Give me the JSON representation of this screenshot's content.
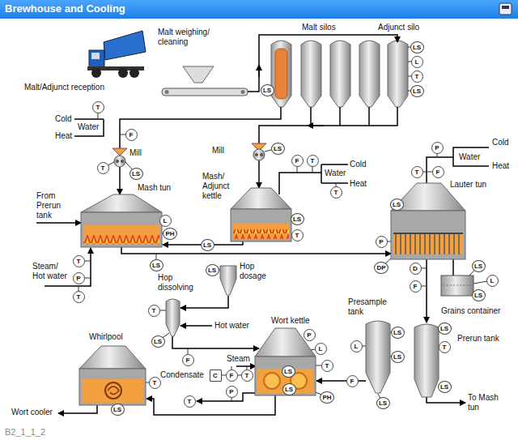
{
  "diagram": {
    "title": "Brewhouse and Cooling",
    "caption": "B2_1_1_2",
    "nodes": [
      {
        "text": [
          "LS"
        ]
      },
      {
        "text": [
          "L"
        ]
      },
      {
        "text": [
          "T"
        ]
      },
      {
        "text": [
          "LS"
        ]
      },
      {
        "text": [
          "LS"
        ]
      },
      {
        "text": [
          "T"
        ]
      },
      {
        "text": [
          "F"
        ]
      },
      {
        "text": [
          "LS"
        ]
      },
      {
        "text": [
          "P"
        ]
      },
      {
        "text": [
          "F"
        ]
      },
      {
        "text": [
          "T"
        ]
      },
      {
        "text": [
          "T"
        ]
      },
      {
        "text": [
          "F"
        ]
      },
      {
        "text": [
          "T"
        ]
      },
      {
        "text": [
          "LS"
        ]
      },
      {
        "text": [
          "T"
        ]
      },
      {
        "text": [
          "LS"
        ]
      },
      {
        "text": [
          "L"
        ]
      },
      {
        "text": [
          "LS"
        ]
      },
      {
        "text": [
          "T"
        ]
      },
      {
        "text": [
          "PH"
        ]
      },
      {
        "text": [
          "LS"
        ]
      },
      {
        "text": [
          "P"
        ]
      },
      {
        "text": [
          "T"
        ]
      },
      {
        "text": [
          "LS"
        ]
      },
      {
        "text": [
          "LS"
        ]
      },
      {
        "text": [
          "DP"
        ]
      },
      {
        "text": [
          "D"
        ]
      },
      {
        "text": [
          "LS"
        ]
      },
      {
        "text": [
          "P"
        ]
      },
      {
        "text": [
          "L"
        ]
      },
      {
        "text": [
          "F"
        ]
      },
      {
        "text": [
          "T"
        ]
      },
      {
        "text": [
          "LS"
        ]
      },
      {
        "text": [
          "T"
        ]
      },
      {
        "text": [
          "LS"
        ]
      },
      {
        "text": [
          "LS"
        ]
      },
      {
        "text": [
          "P"
        ]
      },
      {
        "text": [
          "LS"
        ]
      },
      {
        "text": [
          "L"
        ]
      },
      {
        "text": [
          "L"
        ]
      },
      {
        "text": [
          "LS"
        ]
      },
      {
        "text": [
          "T"
        ]
      },
      {
        "text": [
          "F"
        ]
      },
      {
        "text": [
          "C"
        ]
      },
      {
        "text": [
          "F"
        ]
      },
      {
        "text": [
          "T"
        ]
      },
      {
        "text": [
          "T"
        ]
      },
      {
        "text": [
          "LS"
        ]
      },
      {
        "text": [
          "F"
        ]
      },
      {
        "text": [
          "T"
        ]
      },
      {
        "text": [
          "P"
        ]
      },
      {
        "text": [
          "LS"
        ]
      },
      {
        "text": [
          "PH"
        ]
      },
      {
        "text": [
          "T"
        ]
      },
      {
        "text": [
          "LS"
        ]
      },
      {
        "text": [
          "LS"
        ]
      },
      {
        "text": [
          "LS"
        ]
      }
    ],
    "labels": [
      "Malt weighing/ cleaning",
      "Malt/Adjunct reception",
      "Malt silos",
      "Adjunct silo",
      "Cold",
      "Water",
      "Heat",
      "Mill",
      "Mill",
      "Mash tun",
      "Mash/ Adjunct kettle",
      "From Prerun tank",
      "Steam/ Hot water",
      "Cold",
      "Water",
      "Heat",
      "Lauter tun",
      "Water",
      "Cold",
      "Heat",
      "Hop dissolving",
      "Hop dosage",
      "Hot water",
      "Wort kettle",
      "Presample tank",
      "Grains container",
      "Prerun tank",
      "To Mash tun",
      "Whirlpool",
      "Steam",
      "Condensate",
      "Wort cooler"
    ]
  }
}
